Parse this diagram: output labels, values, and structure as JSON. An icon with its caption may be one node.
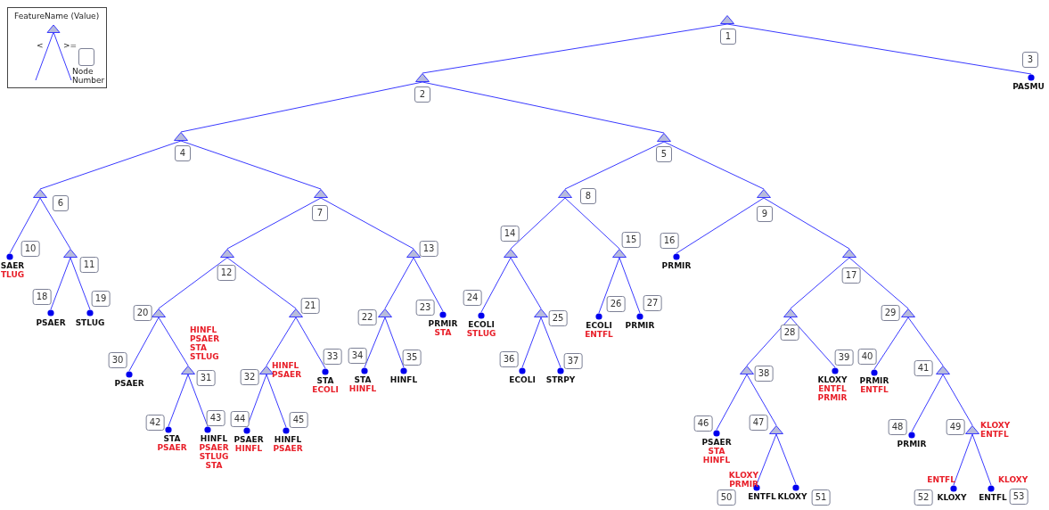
{
  "diagram": {
    "nodes": [
      {
        "text": [
          "FeatureName (Value)",
          "<",
          ">=",
          "Node Number"
        ]
      },
      {
        "text": [
          "1"
        ]
      },
      {
        "text": [
          "2"
        ]
      },
      {
        "text": [
          "3",
          "PASMU"
        ]
      },
      {
        "text": [
          "4"
        ]
      },
      {
        "text": [
          "5"
        ]
      },
      {
        "text": [
          "6"
        ]
      },
      {
        "text": [
          "7"
        ]
      },
      {
        "text": [
          "8"
        ]
      },
      {
        "text": [
          "9"
        ]
      },
      {
        "text": [
          "10",
          "SAER",
          "TLUG"
        ]
      },
      {
        "text": [
          "11"
        ]
      },
      {
        "text": [
          "12"
        ]
      },
      {
        "text": [
          "13"
        ]
      },
      {
        "text": [
          "14"
        ]
      },
      {
        "text": [
          "15"
        ]
      },
      {
        "text": [
          "16",
          "PRMIR"
        ]
      },
      {
        "text": [
          "17"
        ]
      },
      {
        "text": [
          "18",
          "PSAER"
        ]
      },
      {
        "text": [
          "19",
          "STLUG"
        ]
      },
      {
        "text": [
          "20"
        ]
      },
      {
        "text": [
          "21"
        ]
      },
      {
        "text": [
          "22"
        ]
      },
      {
        "text": [
          "23",
          "PRMIR",
          "STA"
        ]
      },
      {
        "text": [
          "24",
          "ECOLI",
          "STLUG"
        ]
      },
      {
        "text": [
          "25"
        ]
      },
      {
        "text": [
          "26",
          "ECOLI",
          "ENTFL"
        ]
      },
      {
        "text": [
          "27",
          "PRMIR"
        ]
      },
      {
        "text": [
          "28"
        ]
      },
      {
        "text": [
          "29"
        ]
      },
      {
        "text": [
          "30",
          "PSAER"
        ]
      },
      {
        "text": [
          "HINFL",
          "PSAER",
          "STA",
          "STLUG",
          "31"
        ]
      },
      {
        "text": [
          "32",
          "HINFL",
          "PSAER"
        ]
      },
      {
        "text": [
          "33",
          "STA",
          "ECOLI"
        ]
      },
      {
        "text": [
          "34",
          "STA",
          "HINFL"
        ]
      },
      {
        "text": [
          "35",
          "HINFL"
        ]
      },
      {
        "text": [
          "36",
          "ECOLI"
        ]
      },
      {
        "text": [
          "37",
          "STRPY"
        ]
      },
      {
        "text": [
          "38"
        ]
      },
      {
        "text": [
          "39",
          "KLOXY",
          "ENTFL",
          "PRMIR"
        ]
      },
      {
        "text": [
          "40",
          "PRMIR",
          "ENTFL"
        ]
      },
      {
        "text": [
          "41"
        ]
      },
      {
        "text": [
          "42",
          "STA",
          "PSAER"
        ]
      },
      {
        "text": [
          "43",
          "HINFL",
          "PSAER",
          "STLUG",
          "STA"
        ]
      },
      {
        "text": [
          "44",
          "PSAER",
          "HINFL"
        ]
      },
      {
        "text": [
          "45",
          "HINFL",
          "PSAER"
        ]
      },
      {
        "text": [
          "46",
          "PSAER",
          "STA",
          "HINFL"
        ]
      },
      {
        "text": [
          "47"
        ]
      },
      {
        "text": [
          "48",
          "PRMIR"
        ]
      },
      {
        "text": [
          "49",
          "KLOXY",
          "ENTFL"
        ]
      },
      {
        "text": [
          "KLOXY",
          "PRMIR",
          "50",
          "ENTFL"
        ]
      },
      {
        "text": [
          "KLOXY",
          "51"
        ]
      },
      {
        "text": [
          "ENTFL",
          "52",
          "KLOXY"
        ]
      },
      {
        "text": [
          "KLOXY",
          "ENTFL",
          "53"
        ]
      }
    ],
    "edges": [
      {
        "from": 1,
        "to": 2,
        "arrow": "none"
      },
      {
        "from": 1,
        "to": 3,
        "arrow": "none"
      },
      {
        "from": 2,
        "to": 4,
        "arrow": "none"
      },
      {
        "from": 2,
        "to": 5,
        "arrow": "none"
      },
      {
        "from": 4,
        "to": 6,
        "arrow": "none"
      },
      {
        "from": 4,
        "to": 7,
        "arrow": "none"
      },
      {
        "from": 5,
        "to": 8,
        "arrow": "none"
      },
      {
        "from": 5,
        "to": 9,
        "arrow": "none"
      },
      {
        "from": 6,
        "to": 10,
        "arrow": "none"
      },
      {
        "from": 6,
        "to": 11,
        "arrow": "none"
      },
      {
        "from": 7,
        "to": 12,
        "arrow": "none"
      },
      {
        "from": 7,
        "to": 13,
        "arrow": "none"
      },
      {
        "from": 8,
        "to": 14,
        "arrow": "none"
      },
      {
        "from": 8,
        "to": 15,
        "arrow": "none"
      },
      {
        "from": 9,
        "to": 16,
        "arrow": "none"
      },
      {
        "from": 9,
        "to": 17,
        "arrow": "none"
      },
      {
        "from": 11,
        "to": 18,
        "arrow": "none"
      },
      {
        "from": 11,
        "to": 19,
        "arrow": "none"
      },
      {
        "from": 12,
        "to": 20,
        "arrow": "none"
      },
      {
        "from": 12,
        "to": 21,
        "arrow": "none"
      },
      {
        "from": 13,
        "to": 22,
        "arrow": "none"
      },
      {
        "from": 13,
        "to": 23,
        "arrow": "none"
      },
      {
        "from": 14,
        "to": 24,
        "arrow": "none"
      },
      {
        "from": 14,
        "to": 25,
        "arrow": "none"
      },
      {
        "from": 15,
        "to": 26,
        "arrow": "none"
      },
      {
        "from": 15,
        "to": 27,
        "arrow": "none"
      },
      {
        "from": 17,
        "to": 28,
        "arrow": "none"
      },
      {
        "from": 17,
        "to": 29,
        "arrow": "none"
      },
      {
        "from": 20,
        "to": 30,
        "arrow": "none"
      },
      {
        "from": 20,
        "to": 31,
        "arrow": "none"
      },
      {
        "from": 21,
        "to": 32,
        "arrow": "none"
      },
      {
        "from": 21,
        "to": 33,
        "arrow": "none"
      },
      {
        "from": 22,
        "to": 34,
        "arrow": "none"
      },
      {
        "from": 22,
        "to": 35,
        "arrow": "none"
      },
      {
        "from": 25,
        "to": 36,
        "arrow": "none"
      },
      {
        "from": 25,
        "to": 37,
        "arrow": "none"
      },
      {
        "from": 28,
        "to": 38,
        "arrow": "none"
      },
      {
        "from": 28,
        "to": 39,
        "arrow": "none"
      },
      {
        "from": 29,
        "to": 40,
        "arrow": "none"
      },
      {
        "from": 29,
        "to": 41,
        "arrow": "none"
      },
      {
        "from": 31,
        "to": 42,
        "arrow": "none"
      },
      {
        "from": 31,
        "to": 43,
        "arrow": "none"
      },
      {
        "from": 32,
        "to": 44,
        "arrow": "none"
      },
      {
        "from": 32,
        "to": 45,
        "arrow": "none"
      },
      {
        "from": 38,
        "to": 46,
        "arrow": "none"
      },
      {
        "from": 38,
        "to": 47,
        "arrow": "none"
      },
      {
        "from": 41,
        "to": 48,
        "arrow": "none"
      },
      {
        "from": 41,
        "to": 49,
        "arrow": "none"
      },
      {
        "from": 47,
        "to": 50,
        "arrow": "none"
      },
      {
        "from": 47,
        "to": 51,
        "arrow": "none"
      },
      {
        "from": 49,
        "to": 52,
        "arrow": "none"
      },
      {
        "from": 49,
        "to": 53,
        "arrow": "none"
      }
    ]
  }
}
